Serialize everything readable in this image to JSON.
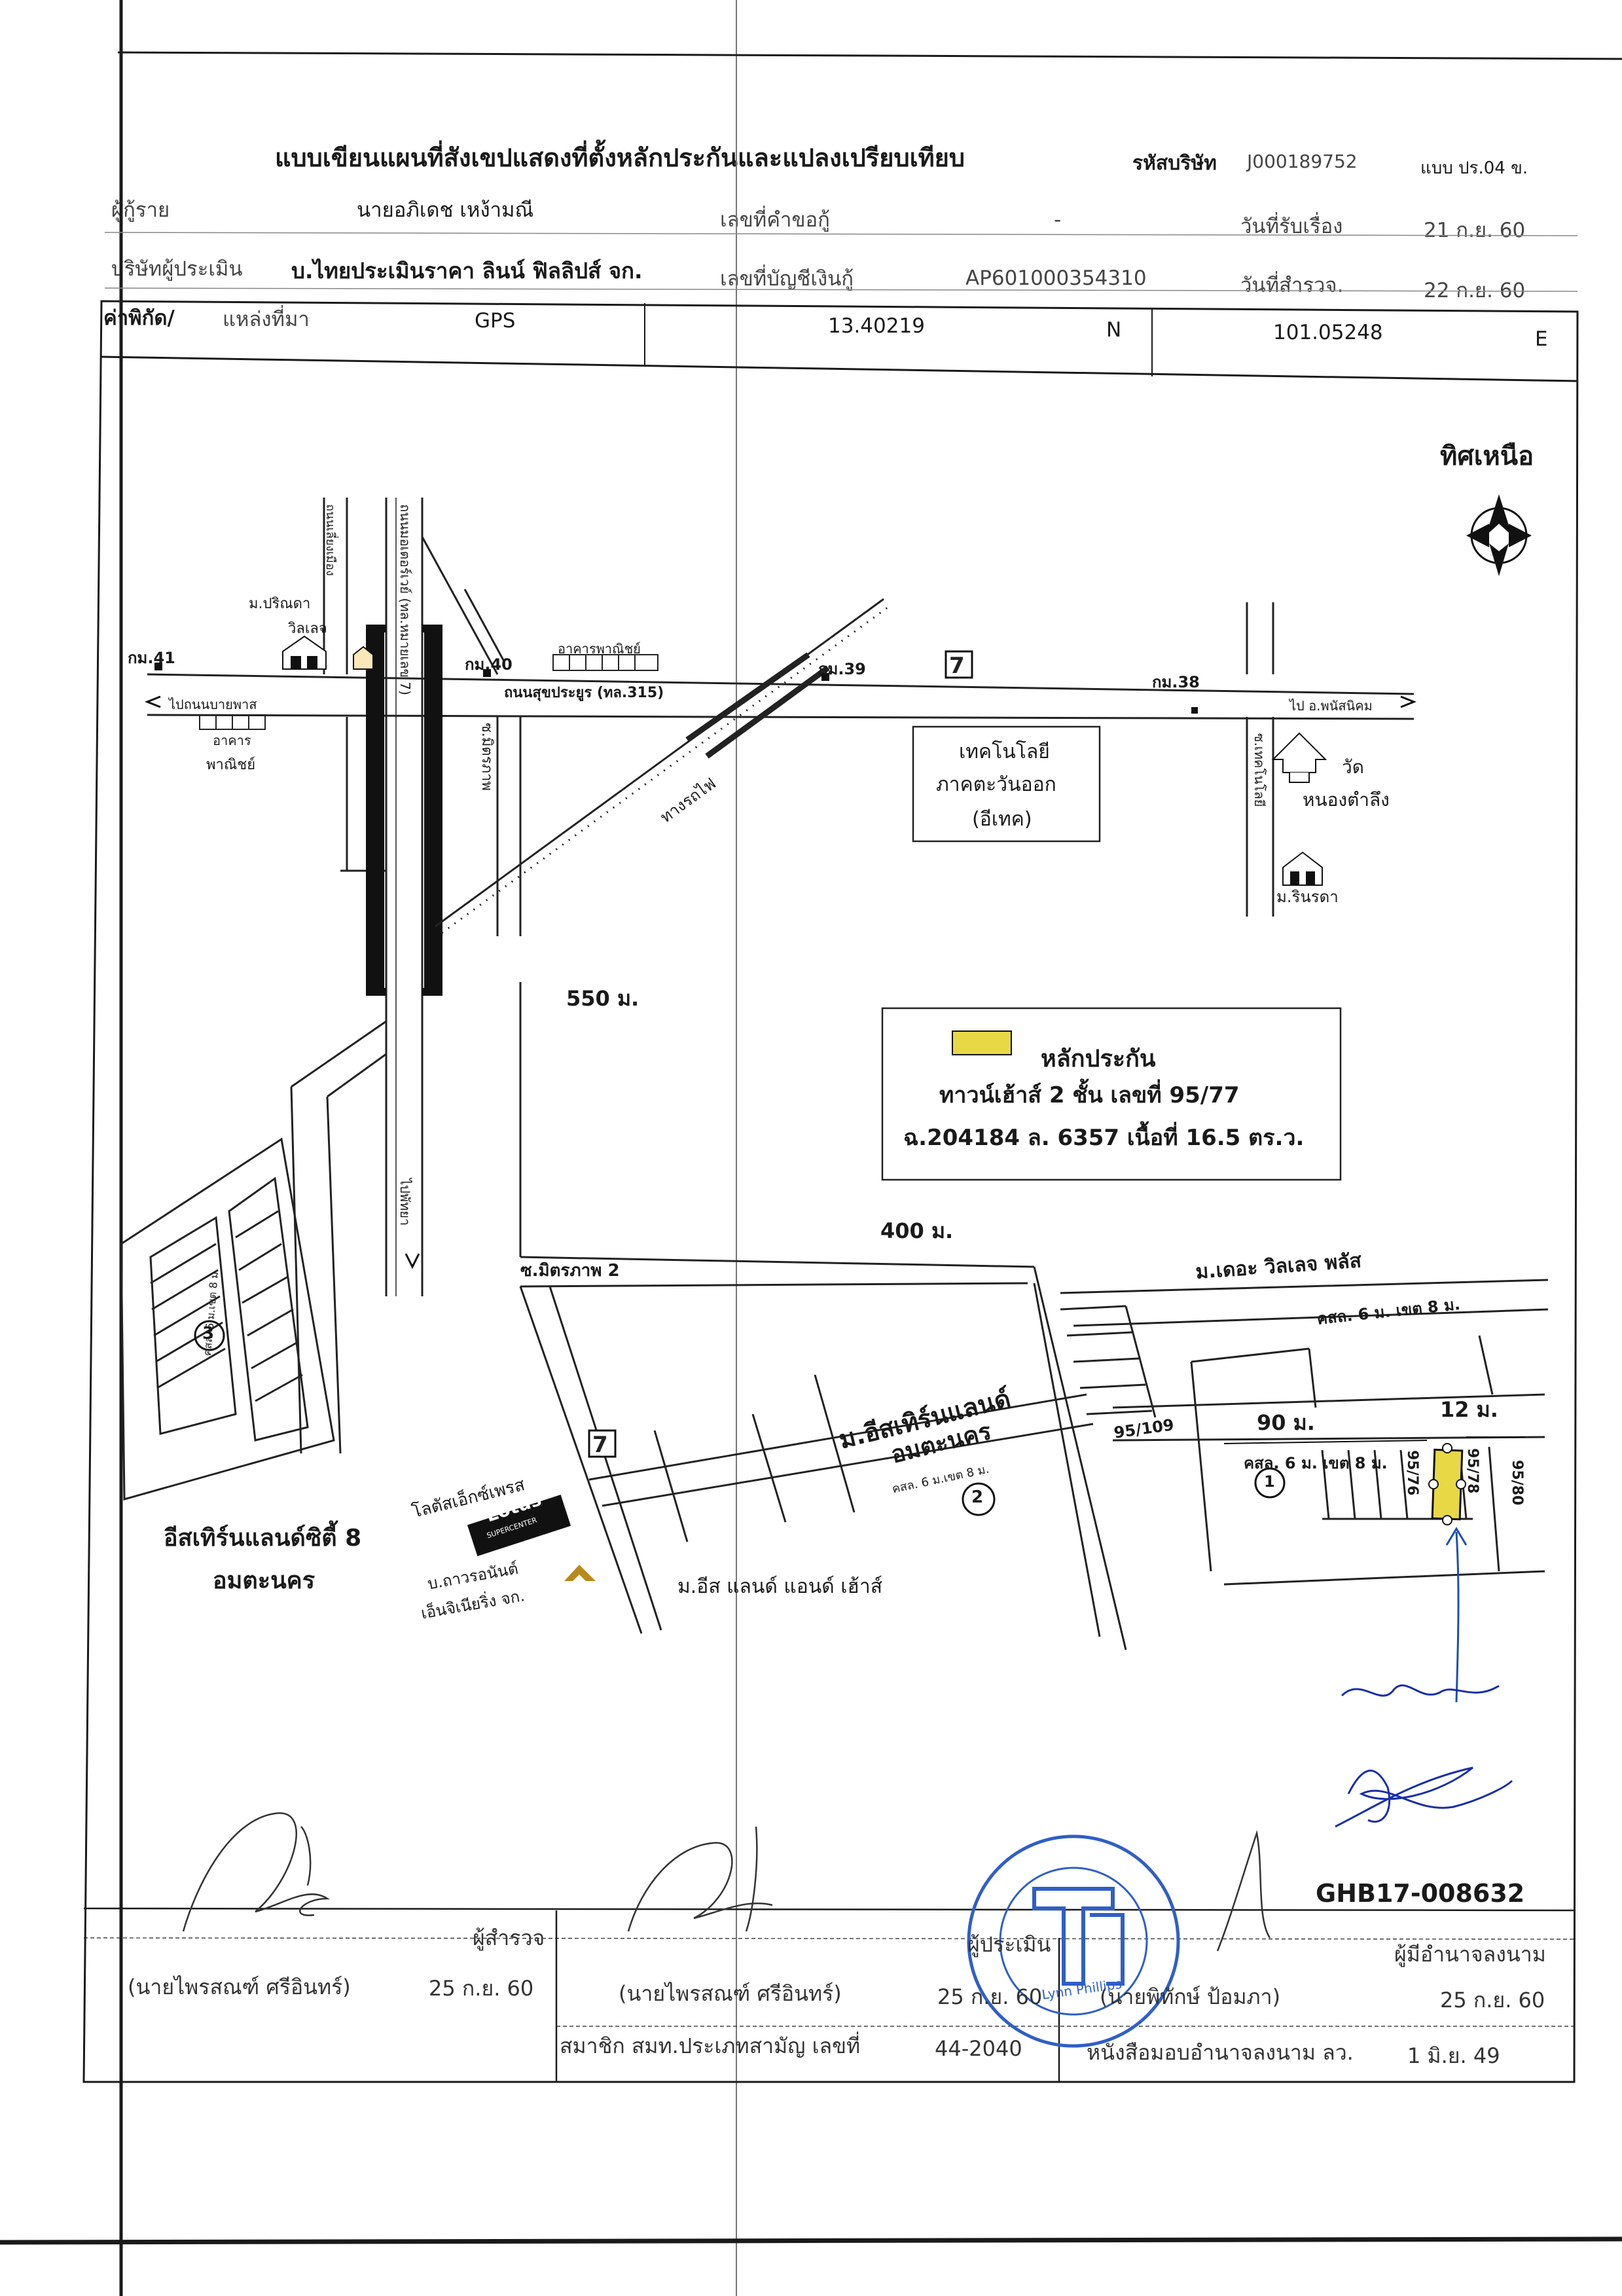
{
  "header": {
    "title": "แบบเขียนแผนที่สังเขปแสดงที่ตั้งหลักประกันและแปลงเปรียบเทียบ",
    "company_code_label": "รหัสบริษัท",
    "company_code": "J000189752",
    "form_code": "แบบ ปร.04 ข.",
    "applicant_label": "ผู้กู้ราย",
    "applicant": "นายอภิเดช เหง้ามณี",
    "request_no_label": "เลขที่คำขอกู้",
    "request_no": "-",
    "received_label": "วันที่รับเรื่อง",
    "received_date": "21 ก.ย. 60",
    "appraiser_company_label": "บริษัทผู้ประเมิน",
    "appraiser_company": "บ.ไทยประเมินราคา ลินน์ ฟิลลิปส์ จก.",
    "account_label": "เลขที่บัญชีเงินกู้",
    "account_no": "AP601000354310",
    "survey_label": "วันที่สำรวจ.",
    "survey_date": "22 ก.ย. 60"
  },
  "coordinates": {
    "label": "ค่าพิกัด/",
    "source_label": "แหล่งที่มา",
    "source": "GPS",
    "lat": "13.40219",
    "lat_dir": "N",
    "lon": "101.05248",
    "lon_dir": "E"
  },
  "map": {
    "north_label": "ทิศเหนือ",
    "north_letter": "N",
    "labels": {
      "village_parinda_1": "ม.ปริณดา",
      "village_parinda_2": "วิลเลจ",
      "km41": "กม.41",
      "km40": "กม.40",
      "km39": "กม.39",
      "km38": "กม.38",
      "commercial_top": "อาคารพาณิชย์",
      "commercial_left_1": "อาคาร",
      "commercial_left_2": "พาณิชย์",
      "road_sukprayoon": "ถนนสุขประยูร (ทล.315)",
      "to_bangkok": "ไปถนนบายพาส",
      "to_phanat": "ไป อ.พนัสนิคม",
      "railway": "ทางรถไฟ",
      "soi_mitraphap": "ซ.มิตรภาพ",
      "road_motorway": "ถนนมอเตอร์เวย์ (ทล.หมายเลข 7)",
      "road_left_small": "ถนนเลี่ยงเมือง",
      "road_right_soi": "ซ.เทคโนโลยี",
      "to_pattaya": "ไปพัทยา",
      "etech_1": "เทคโนโลยี",
      "etech_2": "ภาคตะวันออก",
      "etech_3": "(อีเทค)",
      "temple_1": "วัด",
      "temple_2": "หนองตำลึง",
      "village_rinrada": "ม.รินรดา",
      "dist_550": "550 ม.",
      "dist_400": "400 ม.",
      "dist_90": "90 ม.",
      "dist_12": "12 ม.",
      "soi_mitraphap2": "ซ.มิตรภาพ 2",
      "village_the_village_plus": "ม.เดอะ วิลเลจ พลัส",
      "kasal_top": "คสล. 6 ม. เขต 8 ม.",
      "kasal_bottom": "คสล. 6 ม. เขต 8 ม.",
      "kasal_center": "คสล. 6 ม.เขต 8 ม.",
      "kasal_left": "คสล. 6 ม.เขต 8 ม.",
      "eastern_land_1": "ม.อีสเทิร์นแลนด์",
      "eastern_land_2": "อมตะนคร",
      "eastern_city_1": "อีสเทิร์นแลนด์ซิตี้ 8",
      "eastern_city_2": "อมตะนคร",
      "lotus_label": "โลตัสเอ็กซ์เพรส",
      "lotus_logo": "Lotus",
      "lotus_sub": "SUPERCENTER",
      "company_label_1": "บ.ถาวรอนันต์",
      "company_label_2": "เอ็นจิเนียริ่ง จก.",
      "east_land_house": "ม.อีส แลนด์ แอนด์ เฮ้าส์",
      "plot_95_109": "95/109",
      "plot_95_76": "95/76",
      "plot_95_78": "95/78",
      "plot_95_80": "95/80",
      "circle_1": "1",
      "circle_2": "2",
      "circle_3": "3"
    },
    "legend": {
      "item": "หลักประกัน",
      "line2": "ทาวน์เฮ้าส์ 2 ชั้น เลขที่ 95/77",
      "line3": "ฉ.204184  ล. 6357 เนื้อที่ 16.5 ตร.ว.",
      "color": "#e8d845"
    }
  },
  "doc_code": "GHB17-008632",
  "signatures": {
    "surveyor_label": "ผู้สำรวจ",
    "surveyor_name": "(นายไพรสณฑ์  ศรีอินทร์)",
    "surveyor_date": "25 ก.ย. 60",
    "appraiser_label": "ผู้ประเมิน",
    "appraiser_name": "(นายไพรสณฑ์  ศรีอินทร์)",
    "appraiser_date": "25 ก.ย. 60",
    "member_label": "สมาชิก สมท.ประเภทสามัญ เลขที่",
    "member_no": "44-2040",
    "signer_label": "ผู้มีอำนาจลงนาม",
    "signer_name": "(นายพิทักษ์  ป้อมภา)",
    "signer_date": "25 ก.ย. 60",
    "authority_label": "หนังสือมอบอำนาจลงนาม  ลว.",
    "authority_date": "1  มิ.ย. 49",
    "stamp_text": "Lynn Phillips"
  }
}
